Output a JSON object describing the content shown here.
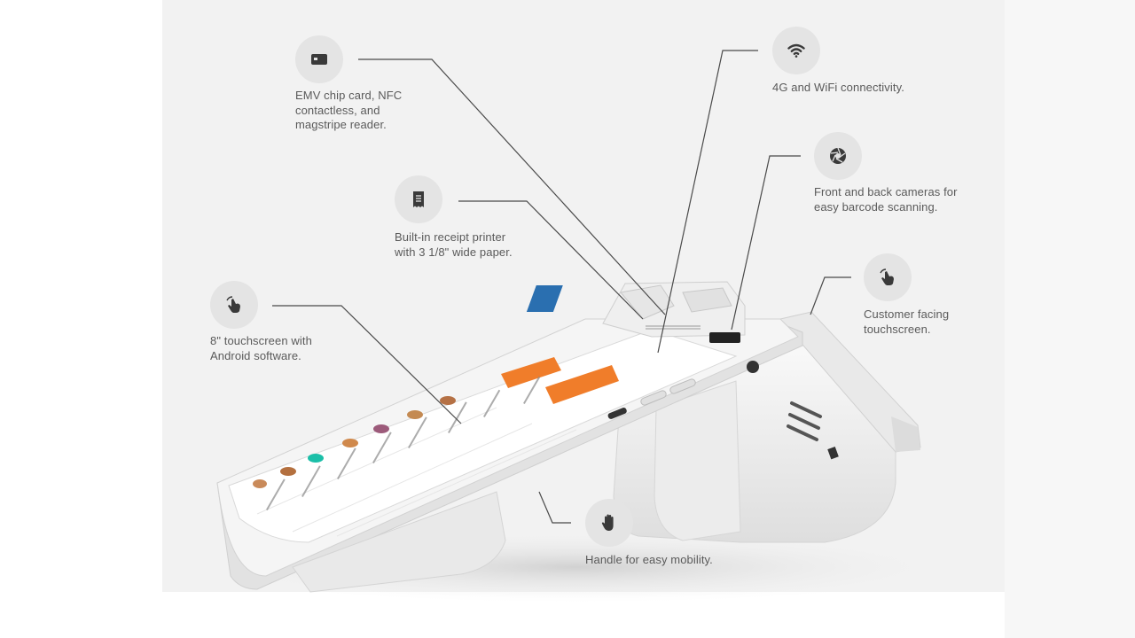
{
  "features": [
    {
      "id": "card-reader",
      "icon": "credit-card-icon",
      "text": "EMV chip card, NFC\ncontactless, and\nmagstripe reader."
    },
    {
      "id": "connectivity",
      "icon": "wifi-icon",
      "text": "4G and WiFi connectivity."
    },
    {
      "id": "cameras",
      "icon": "camera-shutter-icon",
      "text": "Front and back cameras for\neasy barcode scanning."
    },
    {
      "id": "printer",
      "icon": "receipt-icon",
      "text": "Built-in receipt printer\nwith 3 1/8\" wide paper."
    },
    {
      "id": "touchscreen",
      "icon": "touch-hand-icon",
      "text": "8\" touchscreen with\nAndroid software."
    },
    {
      "id": "customer-screen",
      "icon": "touch-hand-icon",
      "text": "Customer facing\ntouchscreen."
    },
    {
      "id": "handle",
      "icon": "hand-palm-icon",
      "text": "Handle for easy mobility."
    }
  ],
  "colors": {
    "panel": "#f2f2f2",
    "icon_circle": "#e4e4e4",
    "icon_glyph": "#3a3a3a",
    "text": "#5a5a5a",
    "device_body": "#f4f4f4",
    "device_shadow": "#cfcfcf",
    "screen_accent": "#f07d2a",
    "screen_teal": "#1bbfa8"
  }
}
